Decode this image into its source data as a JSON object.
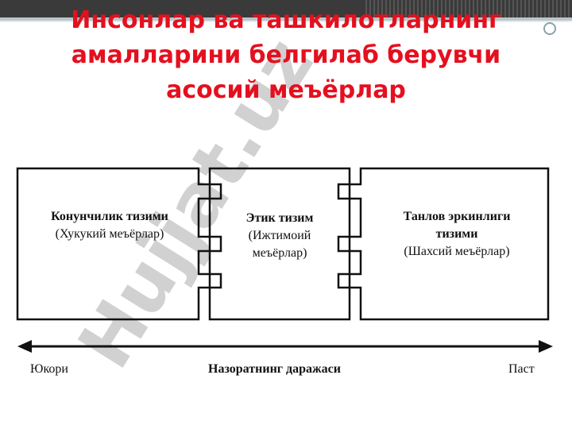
{
  "title": "Инсонлар ва ташкилотларнинг амалларини белгилаб берувчи асосий меъёрлар",
  "watermark": "Hujjat.uz",
  "boxes": {
    "left": {
      "title": "Конунчилик тизими",
      "subtitle": "(Хукукий меъёрлар)"
    },
    "middle": {
      "title": "Этик тизим",
      "subtitle_line1": "(Ижтимоий",
      "subtitle_line2": "меъёрлар)"
    },
    "right": {
      "title_line1": "Танлов эркинлиги",
      "title_line2": "тизими",
      "subtitle": "(Шахсий меъёрлар)"
    }
  },
  "axis": {
    "left_label": "Юкори",
    "center_label": "Назоратнинг даражаси",
    "right_label": "Паст"
  },
  "colors": {
    "title": "#e4101f",
    "watermark": "#c9c9c9",
    "watermark_accent": "#d8b7e6",
    "line": "#111111"
  }
}
